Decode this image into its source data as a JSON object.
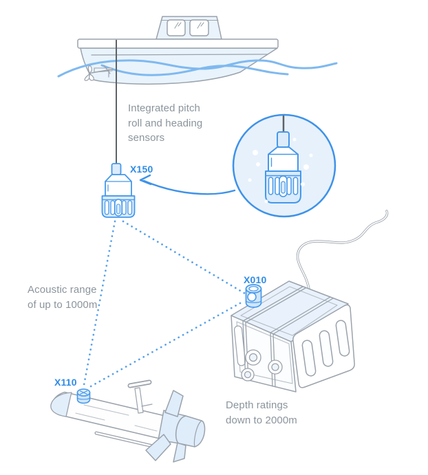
{
  "diagram": {
    "device_labels": {
      "transceiver": "X150",
      "rov_beacon": "X010",
      "auv_beacon": "X110"
    },
    "annotations": {
      "sensors": "Integrated pitch roll and heading sensors",
      "acoustic_range": "Acoustic range of up to 1000m",
      "depth_rating": "Depth ratings down to 2000m"
    },
    "illustrations": {
      "vessel": "surface-vessel-icon",
      "transceiver": "usbl-transceiver-icon",
      "detail_inset": "transceiver-detail-circle",
      "rov": "rov-icon",
      "auv": "auv-icon",
      "links": "acoustic-dotted-links"
    },
    "colors": {
      "accent_blue": "#2f8be6",
      "device_outline_blue": "#4598ea",
      "light_blue_fill": "#e7f1fc",
      "wave_blue": "#7fb9ef",
      "outline_gray": "#9aa2ab",
      "text_gray": "#8b949c",
      "cable_gray": "#5c6268"
    }
  }
}
